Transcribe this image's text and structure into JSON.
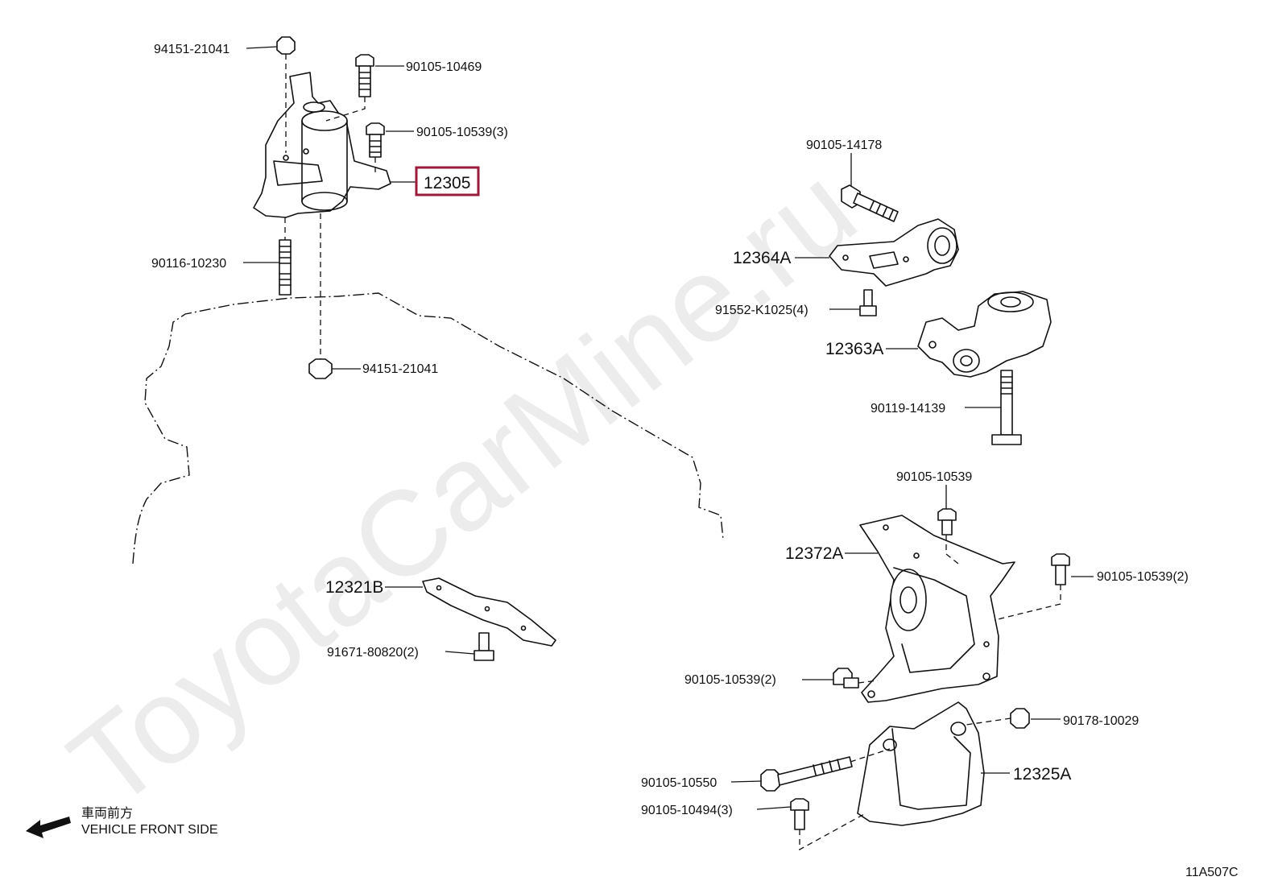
{
  "watermark": "ToyotaCarMine.ru",
  "diagram_code": "11A507C",
  "front": {
    "jp": "車両前方",
    "en": "VEHICLE FRONT SIDE"
  },
  "highlight_color": "#9b1b3a",
  "labels": {
    "p1": "94151-21041",
    "p2": "90105-10469",
    "p3": "90105-10539(3)",
    "p4": "12305",
    "p5": "90116-10230",
    "p6": "94151-21041",
    "p7": "90105-14178",
    "p8": "12364A",
    "p9": "91552-K1025(4)",
    "p10": "12363A",
    "p11": "90119-14139",
    "p12": "90105-10539",
    "p13": "12372A",
    "p14": "90105-10539(2)",
    "p15": "12321B",
    "p16": "91671-80820(2)",
    "p17": "90105-10539(2)",
    "p18": "90178-10029",
    "p19": "12325A",
    "p20": "90105-10550",
    "p21": "90105-10494(3)"
  }
}
